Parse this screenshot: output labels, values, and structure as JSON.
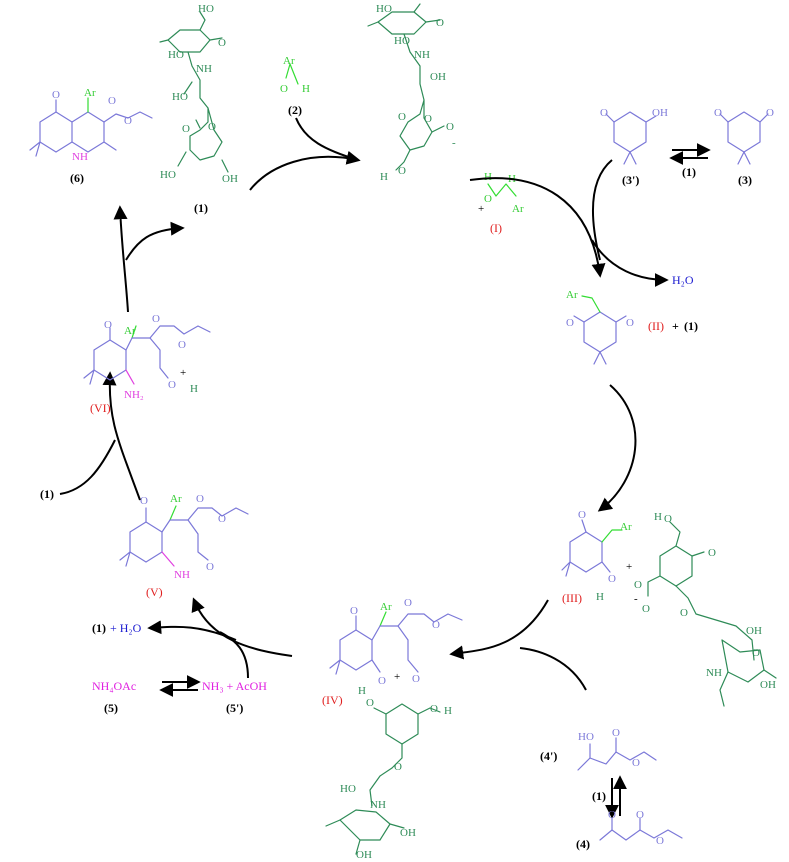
{
  "compounds": {
    "c1": "(1)",
    "c2": "(2)",
    "c3": "(3)",
    "c3p": "(3')",
    "c4": "(4)",
    "c4p": "(4')",
    "c5": "(5)",
    "c5p": "(5')",
    "c6": "(6)"
  },
  "intermediates": {
    "I": "(I)",
    "II": "(II)",
    "III": "(III)",
    "IV": "(IV)",
    "V": "(V)",
    "VI": "(VI)"
  },
  "reagents": {
    "ar": "Ar",
    "water": "H₂O",
    "one_plus_water_a": "(1)",
    "one_plus_water_b": " + H₂O",
    "ii_plus_one_a": " + ",
    "nh4oac": "NH₄OAc",
    "nh3_acoh": "NH₃ + AcOH",
    "cat_one": "(1)"
  },
  "atoms": {
    "O": "O",
    "OH": "OH",
    "HO": "HO",
    "NH": "NH",
    "NH2": "NH₂",
    "H": "H",
    "plus": "+",
    "minus": "-"
  }
}
